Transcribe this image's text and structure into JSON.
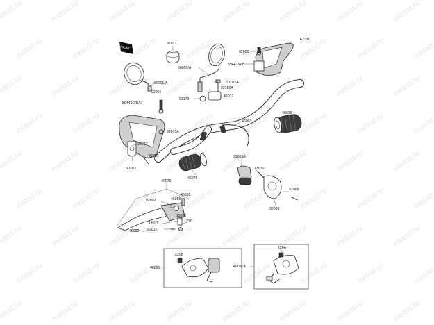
{
  "diagram": {
    "code": "F2310",
    "watermark": "motod.ru",
    "logo": {
      "text": "FRONT"
    },
    "labels": [
      {
        "id": "l92072",
        "text": "92072"
      },
      {
        "id": "l92001a",
        "text": "92001"
      },
      {
        "id": "l56001a",
        "text": "56001/A"
      },
      {
        "id": "l59441ab",
        "text": "59441/A/B"
      },
      {
        "id": "l56001b",
        "text": "56001/A"
      },
      {
        "id": "l92001b",
        "text": "92001"
      },
      {
        "id": "l92015a",
        "text": "92015A"
      },
      {
        "id": "l92150a",
        "text": "92150A"
      },
      {
        "id": "l92170",
        "text": "92170"
      },
      {
        "id": "l46012",
        "text": "46012"
      },
      {
        "id": "l59441cde",
        "text": "59441C/D/E"
      },
      {
        "id": "l46019",
        "text": "46019"
      },
      {
        "id": "l46003",
        "text": "46003"
      },
      {
        "id": "l92015a2",
        "text": "92015A"
      },
      {
        "id": "l92037",
        "text": "92037"
      },
      {
        "id": "l92150",
        "text": "92150"
      },
      {
        "id": "l13091",
        "text": "13091"
      },
      {
        "id": "l46075",
        "text": "46075"
      },
      {
        "id": "l32099a",
        "text": "32099A"
      },
      {
        "id": "l13070",
        "text": "13070"
      },
      {
        "id": "l46076",
        "text": "46076"
      },
      {
        "id": "l46055",
        "text": "46055"
      },
      {
        "id": "l92002",
        "text": "92002"
      },
      {
        "id": "l46056",
        "text": "46056"
      },
      {
        "id": "l92009",
        "text": "92009"
      },
      {
        "id": "l32099",
        "text": "32099"
      },
      {
        "id": "l11036",
        "text": "11036"
      },
      {
        "id": "l14079",
        "text": "14079"
      },
      {
        "id": "l220",
        "text": "220"
      },
      {
        "id": "l46092",
        "text": "46092"
      },
      {
        "id": "l92015",
        "text": "92015"
      },
      {
        "id": "l220b",
        "text": "220B"
      },
      {
        "id": "l220a",
        "text": "220A"
      },
      {
        "id": "l46091",
        "text": "46091"
      },
      {
        "id": "l46091a",
        "text": "46091A"
      }
    ]
  }
}
